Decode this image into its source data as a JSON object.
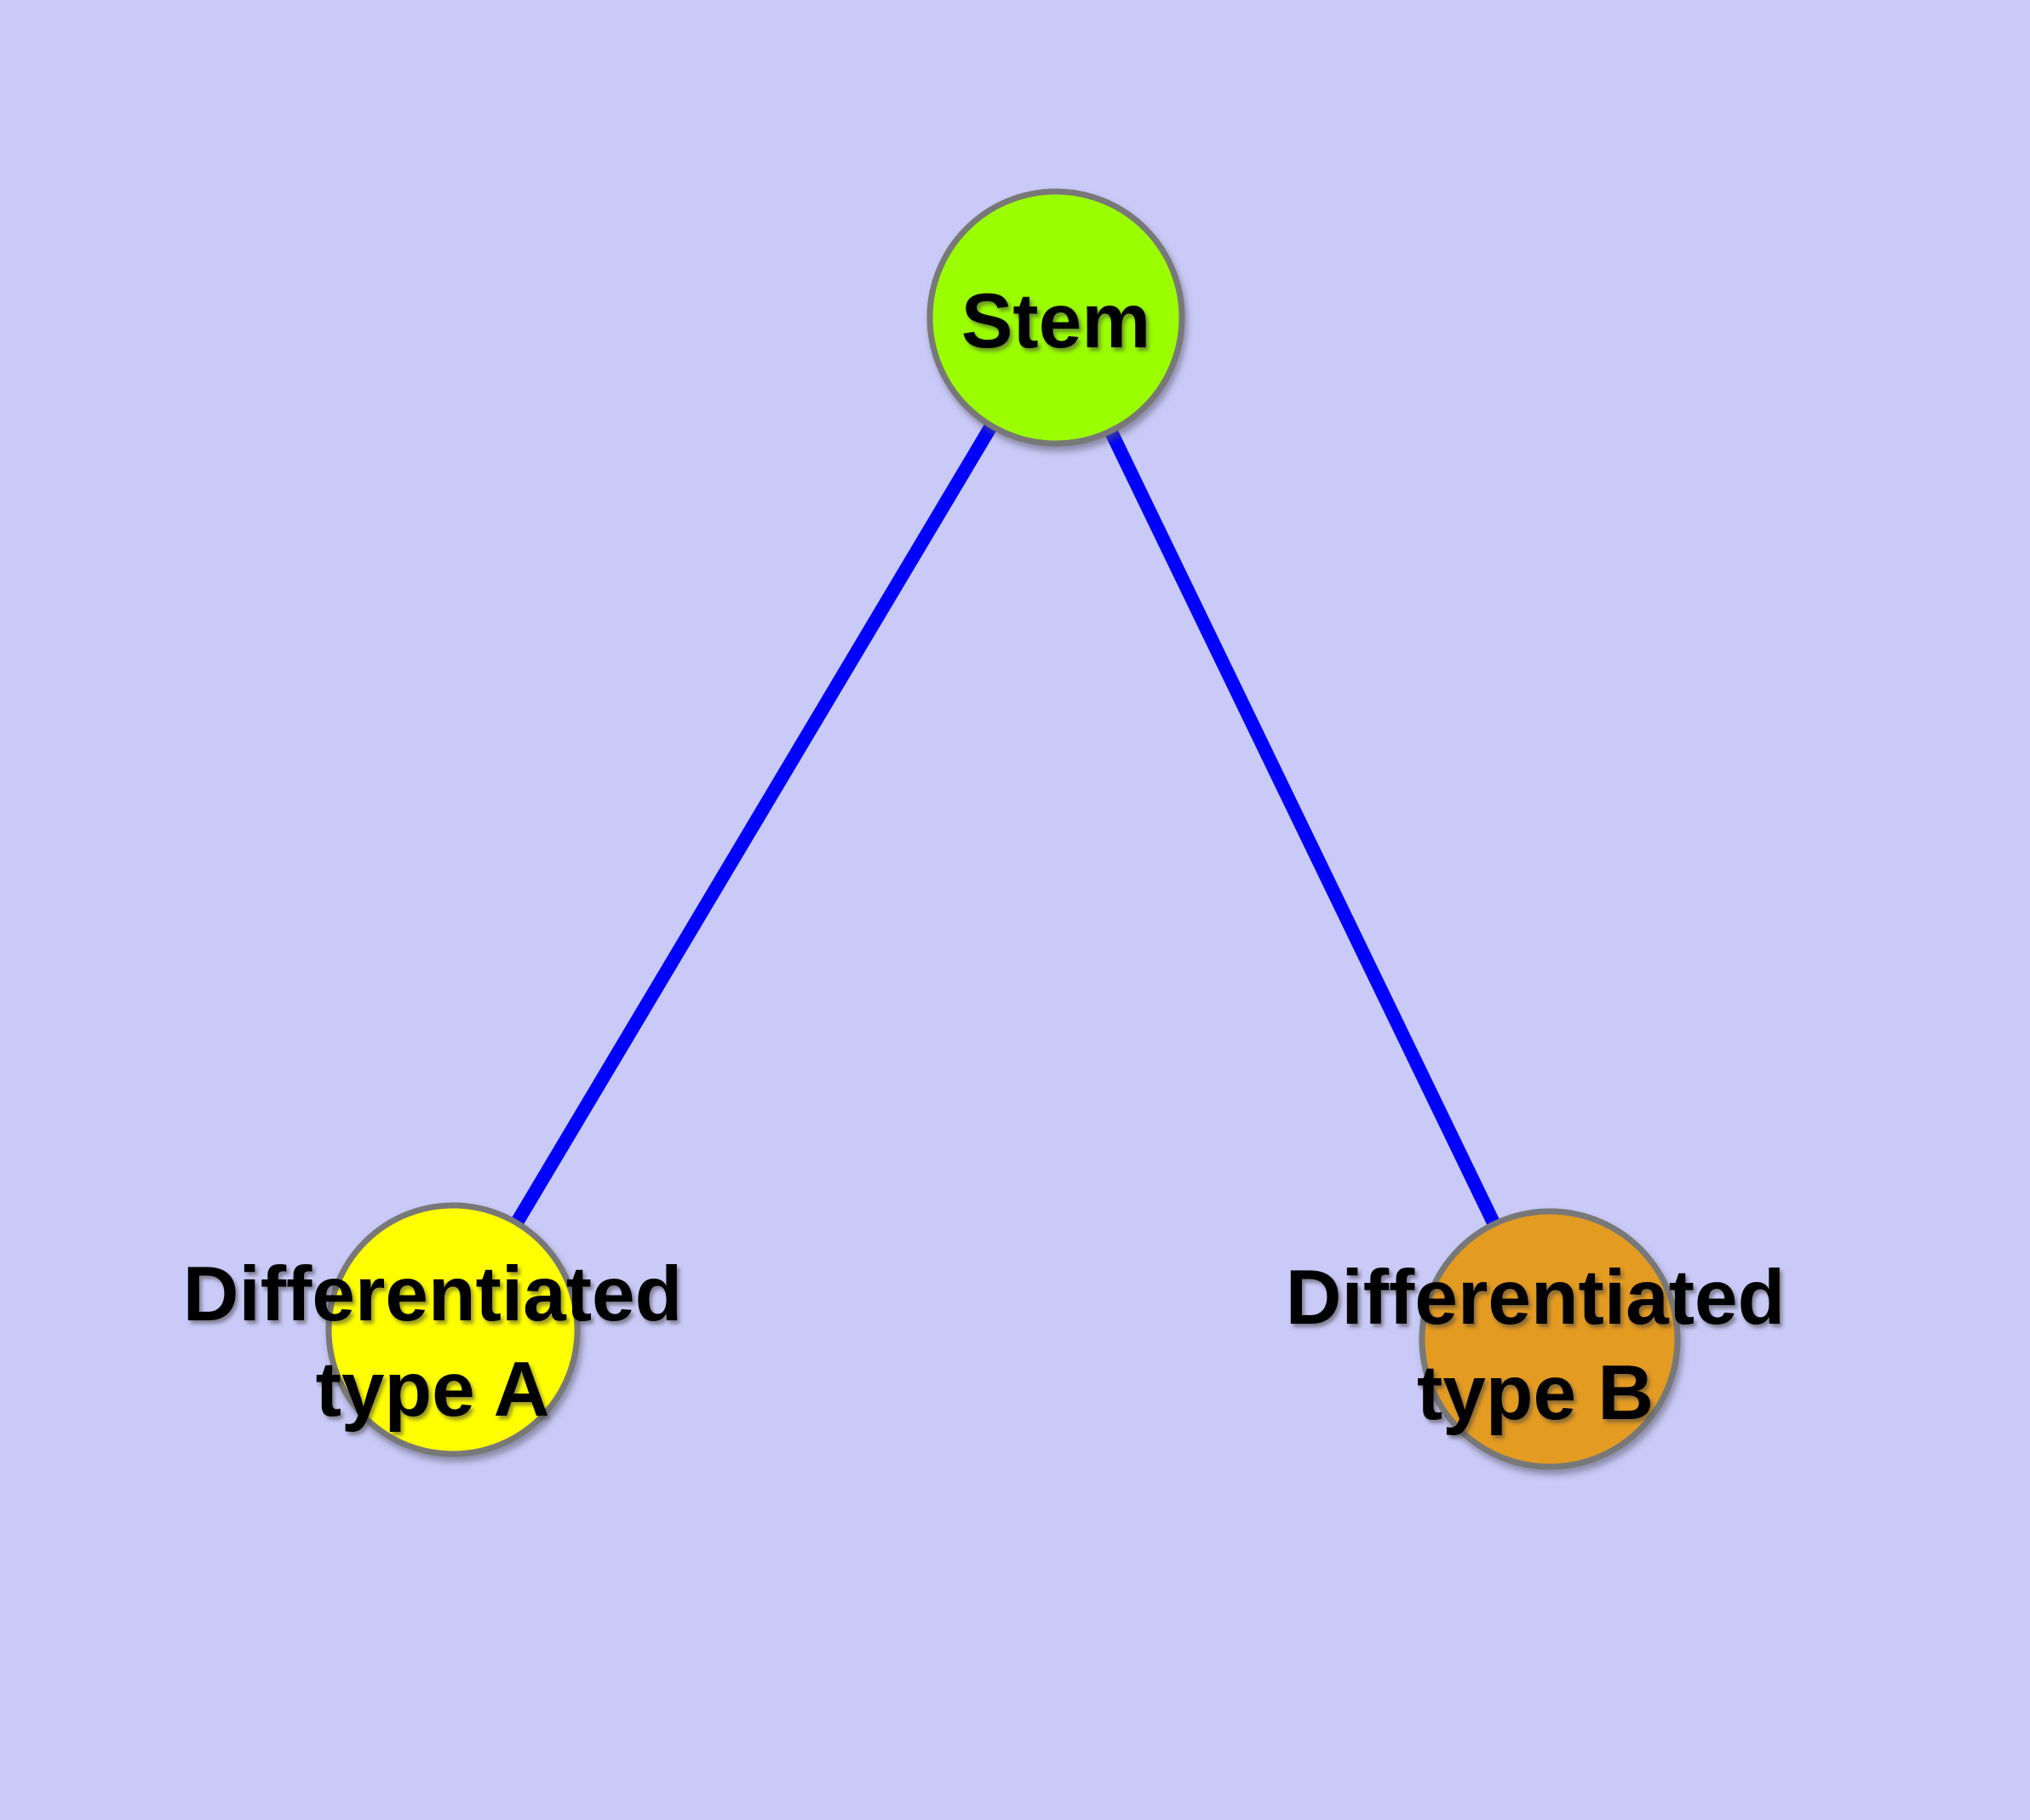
{
  "diagram": {
    "background_color": "#CACAF8",
    "edge_color": "#0000FF",
    "node_border_color": "#787878",
    "nodes": {
      "stem": {
        "label": "Stem",
        "color": "#9AFE00"
      },
      "type_a": {
        "label_line1": "Differentiated",
        "label_line2": "type A",
        "color": "#FFFF00"
      },
      "type_b": {
        "label_line1": "Differentiated",
        "label_line2": "type B",
        "color": "#E49B23"
      }
    },
    "edges": [
      {
        "from": "Stem",
        "to": "Differentiated type A"
      },
      {
        "from": "Stem",
        "to": "Differentiated type B"
      }
    ]
  }
}
